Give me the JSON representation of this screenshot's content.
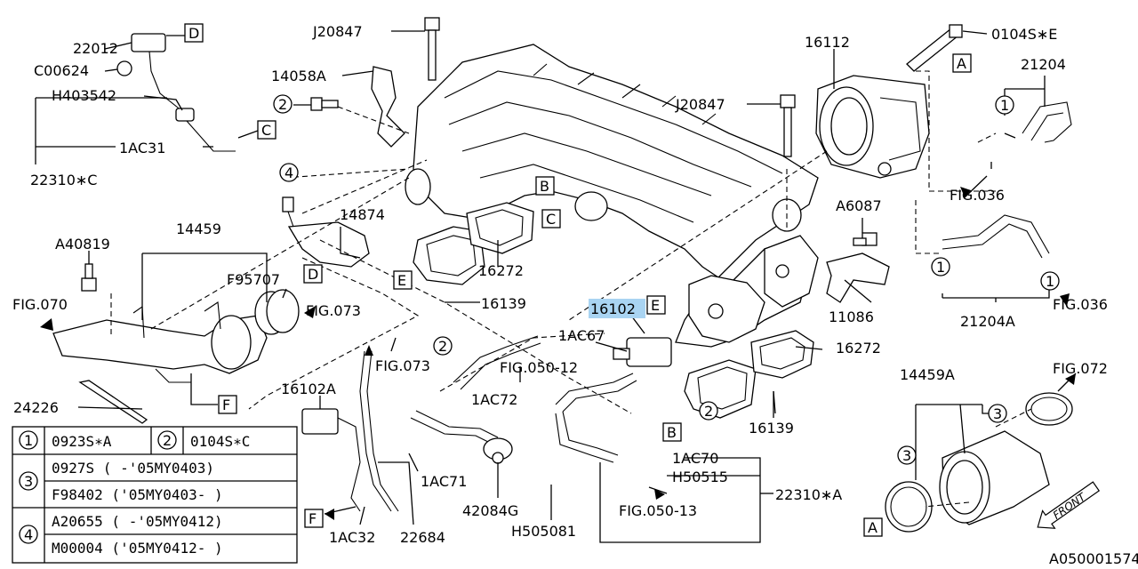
{
  "diagram": {
    "labels": {
      "p22012": "22012",
      "c00624": "C00624",
      "h403542": "H403542",
      "p1ac31": "1AC31",
      "p22310c": "22310∗C",
      "j20847_top": "J20847",
      "p14058a": "14058A",
      "p16112": "16112",
      "p0104se": "0104S∗E",
      "j20847_mid": "J20847",
      "p21204": "21204",
      "fig036_a": "FIG.036",
      "p14874": "14874",
      "p14459": "14459",
      "a40819": "A40819",
      "f95707": "F95707",
      "fig070": "FIG.070",
      "fig073_a": "FIG.073",
      "p16272_a": "16272",
      "p16139_a": "16139",
      "a6087": "A6087",
      "p11086": "11086",
      "p21204a": "21204A",
      "fig036_b": "FIG.036",
      "p16102": "16102",
      "p1ac67": "1AC67",
      "fig050_12": "FIG.050-12",
      "p1ac72": "1AC72",
      "fig073_b": "FIG.073",
      "p16272_b": "16272",
      "p16139_b": "16139",
      "p14459a": "14459A",
      "fig072": "FIG.072",
      "p16102a": "16102A",
      "p24226": "24226",
      "p1ac70": "1AC70",
      "h50515": "H50515",
      "p22310a": "22310∗A",
      "p1ac71": "1AC71",
      "p42084g": "42084G",
      "fig050_13": "FIG.050-13",
      "h505081": "H505081",
      "p1ac32": "1AC32",
      "p22684": "22684",
      "front": "FRONT",
      "ref_code": "A050001574"
    },
    "callouts": {
      "D": "D",
      "C": "C",
      "B": "B",
      "E": "E",
      "F": "F",
      "A": "A",
      "n1": "1",
      "n2": "2",
      "n3": "3",
      "n4": "4"
    },
    "legend": {
      "rows": [
        {
          "num": "1",
          "text": "0923S∗A",
          "num2": "2",
          "text2": "0104S∗C"
        },
        {
          "num": "3",
          "text": "0927S  ( -'05MY0403)"
        },
        {
          "num": "",
          "text": "F98402 ('05MY0403- )"
        },
        {
          "num": "4",
          "text": "A20655 ( -'05MY0412)"
        },
        {
          "num": "",
          "text": "M00004 ('05MY0412- )"
        }
      ]
    },
    "highlight_color": "#a9d4f2"
  }
}
